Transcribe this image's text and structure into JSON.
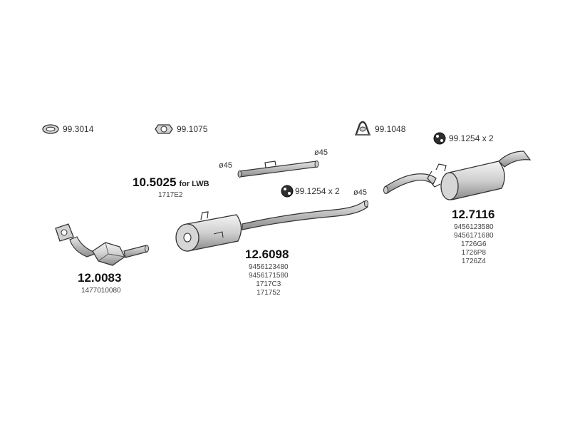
{
  "hardware": {
    "ring_clamp": "99.3014",
    "gasket": "99.1075",
    "u_bracket": "99.1048",
    "rubber_mount_right": "99.1254 x 2",
    "rubber_mount_center": "99.1254 x 2"
  },
  "pipe_part": {
    "number": "10.5025",
    "note": "for LWB",
    "refs": [
      "1717E2"
    ],
    "diameter_left": "ø45",
    "diameter_right": "ø45"
  },
  "front_part": {
    "number": "12.0083",
    "refs": [
      "1477010080"
    ]
  },
  "middle_part": {
    "number": "12.6098",
    "refs": [
      "9456123480",
      "9456171580",
      "1717C3",
      "171752"
    ],
    "diameter": "ø45"
  },
  "rear_part": {
    "number": "12.7116",
    "refs": [
      "9456123580",
      "9456171680",
      "1726G6",
      "1726P8",
      "1726Z4"
    ]
  }
}
